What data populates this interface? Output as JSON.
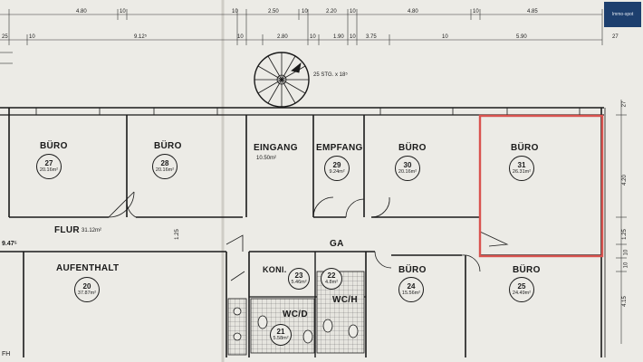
{
  "logo_text": "Immo-spot",
  "top_dims_row1": [
    "4.80",
    "10",
    "10",
    "2.50",
    "10",
    "2.20",
    "10",
    "4.80",
    "10",
    "4.85"
  ],
  "top_dims_row2": [
    "25",
    "10",
    "9.12⁵",
    "10",
    "2.80",
    "10",
    "1.90",
    "10",
    "3.75",
    "10",
    "5.90",
    "27"
  ],
  "stair_label": "25 STG. x 18⁵",
  "rooms": [
    {
      "name": "BÜRO",
      "number": "27",
      "area": "20.16m²"
    },
    {
      "name": "BÜRO",
      "number": "28",
      "area": "20.16m²"
    },
    {
      "name": "EINGANG",
      "number": "",
      "area": "10.50m²"
    },
    {
      "name": "EMPFANG",
      "number": "29",
      "area": "9.24m²"
    },
    {
      "name": "BÜRO",
      "number": "30",
      "area": "20.16m²"
    },
    {
      "name": "BÜRO",
      "number": "31",
      "area": "26.31m²"
    },
    {
      "name": "AUFENTHALT",
      "number": "20",
      "area": "37.87m²"
    },
    {
      "name": "KONI.",
      "number": "23",
      "area": "5.46m²"
    },
    {
      "name": "WC/H",
      "number": "22",
      "area": "4.8m²"
    },
    {
      "name": "BÜRO",
      "number": "24",
      "area": "15.56m²"
    },
    {
      "name": "BÜRO",
      "number": "25",
      "area": "24.49m²"
    },
    {
      "name": "WC/D",
      "number": "21",
      "area": "5.58m²"
    }
  ],
  "flur": {
    "name": "FLUR",
    "area": "31.12m²"
  },
  "ga_label": "GA",
  "left_dim": "9.47⁵",
  "left_mark": "FH",
  "corridor_dim": "1.25",
  "right_dims": [
    "27",
    "4.20",
    "1.25",
    "10",
    "10",
    "4.15"
  ],
  "highlight_color": "#d9534f"
}
